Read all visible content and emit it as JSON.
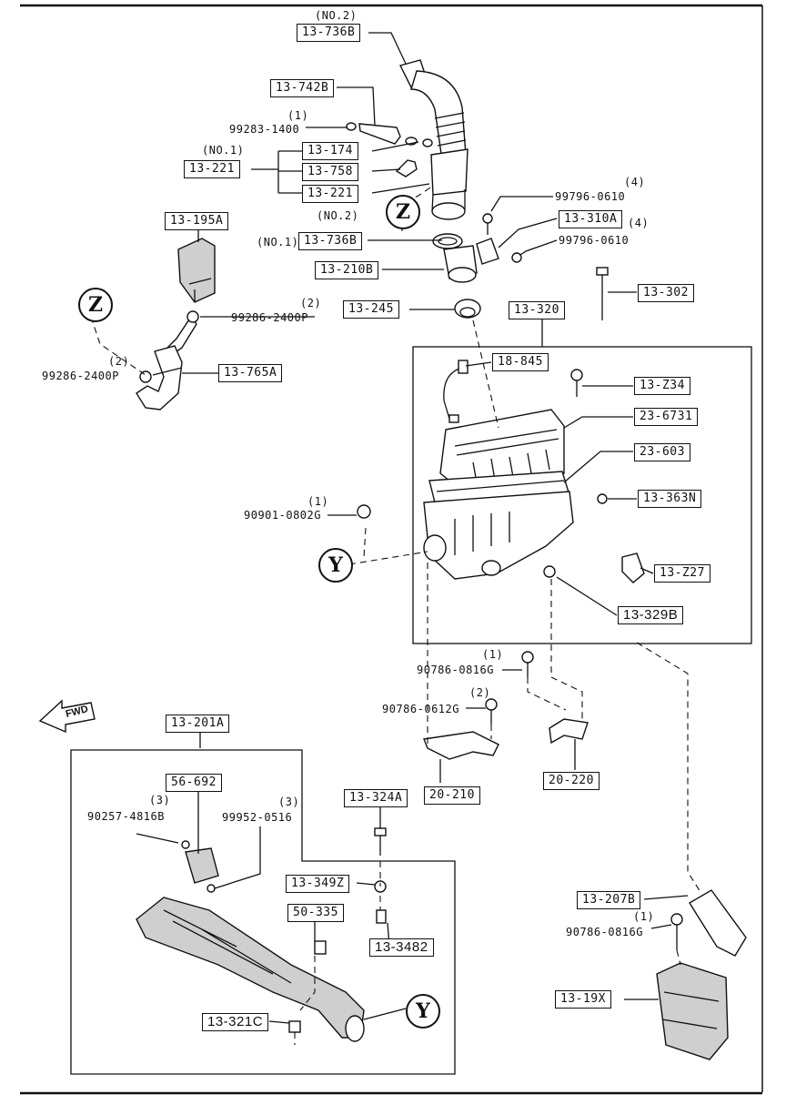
{
  "labels": {
    "no2_top": "(NO.2)",
    "p13_736B_top": "13-736B",
    "p13_742B": "13-742B",
    "q1_a": "(1)",
    "p99283_1400": "99283-1400",
    "no1_a": "(NO.1)",
    "p13_221_left": "13-221",
    "p13_174": "13-174",
    "p13_758": "13-758",
    "p13_221_right": "13-221",
    "q4_a": "(4)",
    "p99796_0610_a": "99796-0610",
    "p13_310A": "13-310A",
    "q4_b": "(4)",
    "p99796_0610_b": "99796-0610",
    "no2_mid": "(NO.2)",
    "no1_mid": "(NO.1)",
    "p13_736B_mid": "13-736B",
    "p13_210B": "13-210B",
    "p13_195A": "13-195A",
    "q2_a": "(2)",
    "p99286_2400P_a": "99286-2400P",
    "q2_b": "(2)",
    "p99286_2400P_b": "99286-2400P",
    "p13_765A": "13-765A",
    "p13_245": "13-245",
    "p13_320": "13-320",
    "p13_302": "13-302",
    "p18_845": "18-845",
    "p13_Z34": "13-Z34",
    "p23_6731": "23-6731",
    "p23_603": "23-603",
    "q1_b": "(1)",
    "p90901_0802G": "90901-0802G",
    "p13_363N": "13-363N",
    "p13_Z27": "13-Z27",
    "p13_329B": "13-329B",
    "q1_c": "(1)",
    "p90786_0816G_a": "90786-0816G",
    "q2_c": "(2)",
    "p90786_0612G": "90786-0612G",
    "fwd": "FWD",
    "p13_201A": "13-201A",
    "p20_210": "20-210",
    "p20_220": "20-220",
    "p56_692": "56-692",
    "q3_a": "(3)",
    "p90257_4816B": "90257-4816B",
    "q3_b": "(3)",
    "p99952_0516": "99952-0516",
    "p13_324A": "13-324A",
    "p13_349Z": "13-349Z",
    "p50_335": "50-335",
    "p13_3482": "13-3482",
    "p13_321C": "13-321C",
    "p13_207B": "13-207B",
    "q1_d": "(1)",
    "p90786_0816G_b": "90786-0816G",
    "p13_19X": "13-19X"
  },
  "markers": {
    "z": "Z",
    "y": "Y"
  }
}
